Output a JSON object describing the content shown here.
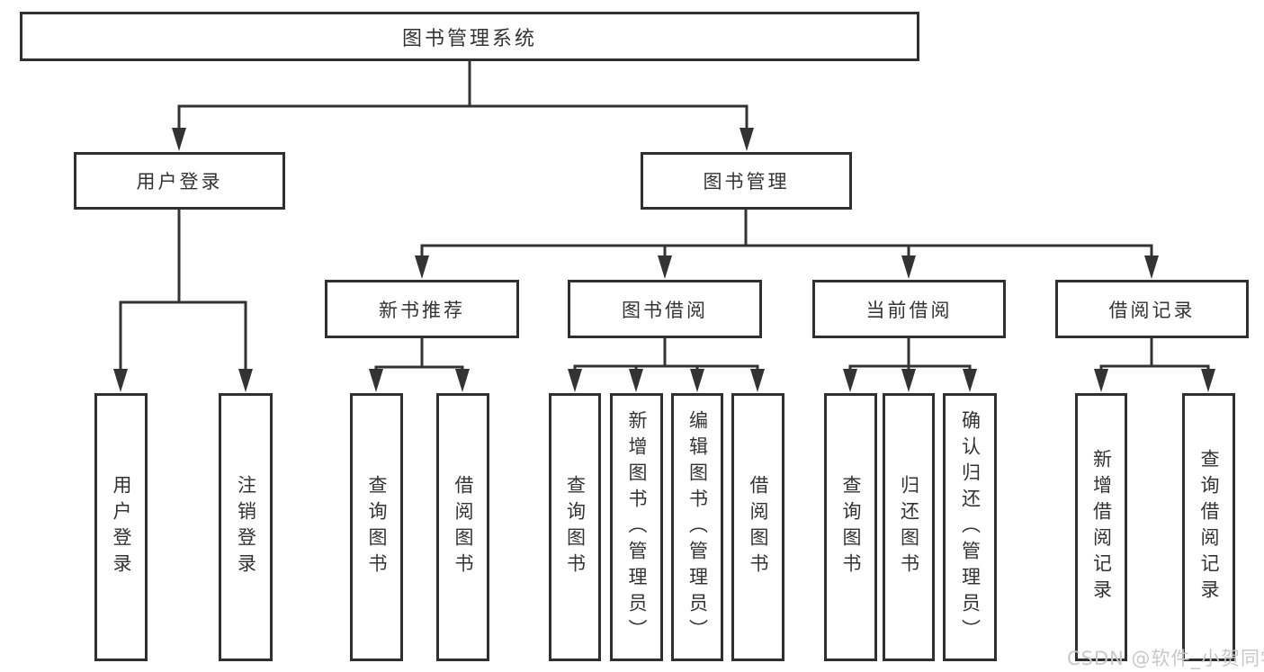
{
  "tree": {
    "root": {
      "label": "图书管理系统"
    },
    "branches": [
      {
        "label": "用户登录",
        "children": [
          {
            "label": "用户登录"
          },
          {
            "label": "注销登录"
          }
        ]
      },
      {
        "label": "图书管理",
        "children": [
          {
            "label": "新书推荐",
            "children": [
              {
                "label": "查询图书"
              },
              {
                "label": "借阅图书"
              }
            ]
          },
          {
            "label": "图书借阅",
            "children": [
              {
                "label": "查询图书"
              },
              {
                "label": "新增图书（管理员）"
              },
              {
                "label": "编辑图书（管理员）"
              },
              {
                "label": "借阅图书"
              }
            ]
          },
          {
            "label": "当前借阅",
            "children": [
              {
                "label": "查询图书"
              },
              {
                "label": "归还图书"
              },
              {
                "label": "确认归还（管理员）"
              }
            ]
          },
          {
            "label": "借阅记录",
            "children": [
              {
                "label": "新增借阅记录"
              },
              {
                "label": "查询借阅记录"
              }
            ]
          }
        ]
      }
    ]
  },
  "watermark": {
    "text": "CSDN @软件_小贺同学"
  },
  "colors": {
    "line": "#333333",
    "border": "#303030",
    "text": "#333333",
    "watermark": "#c8c8c8",
    "background": "#ffffff"
  }
}
